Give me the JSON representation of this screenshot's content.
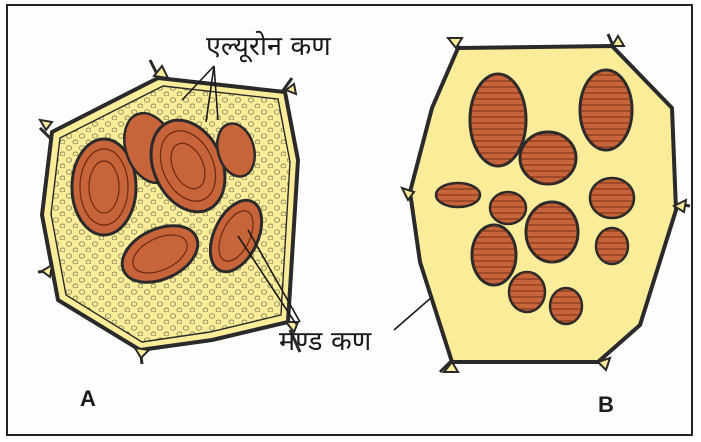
{
  "labels": {
    "aleurone_grains": "एल्यूरोन कण",
    "starch_grains": "मण्ड कण",
    "panel_a": "A",
    "panel_b": "B"
  },
  "colors": {
    "cytoplasm": "#fbec9a",
    "starch_fill": "#c8643a",
    "starch_line": "#6b2a12",
    "cell_wall": "#2a2a2a",
    "border": "#222222"
  }
}
